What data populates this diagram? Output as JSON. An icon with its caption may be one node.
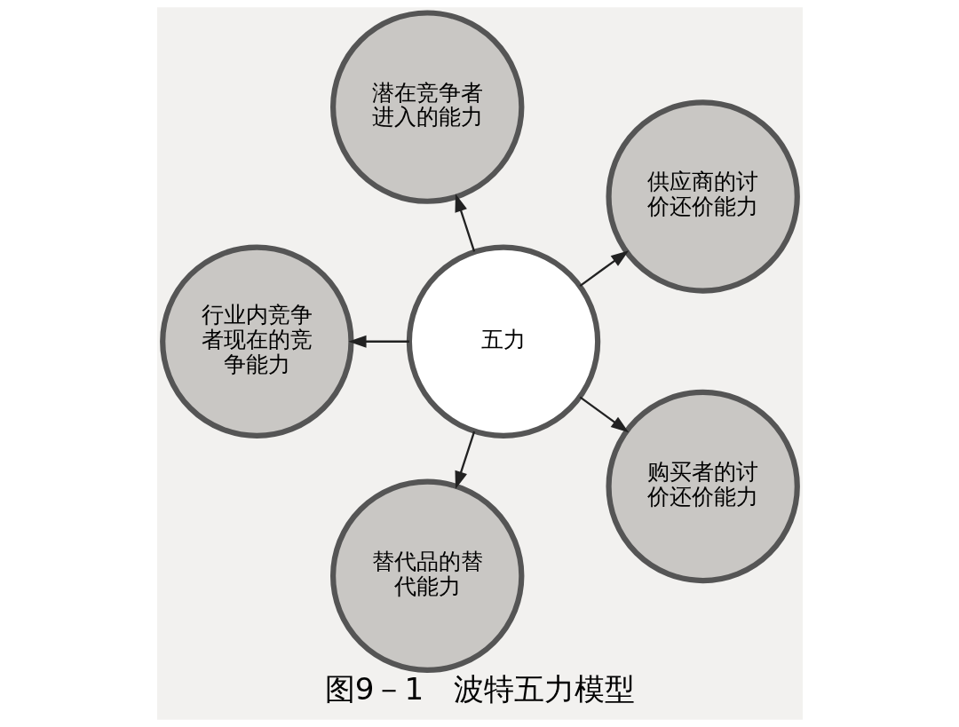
{
  "diagram": {
    "caption": "图9－1　波特五力模型",
    "nodes": [
      {
        "text": [
          "五力"
        ]
      },
      {
        "text": [
          "供应商的讨价还价能力"
        ]
      },
      {
        "text": [
          "潜在竞争者进入的能力"
        ]
      },
      {
        "text": [
          "行业内竞争者现在的竞争能力"
        ]
      },
      {
        "text": [
          "替代品的替代能力"
        ]
      },
      {
        "text": [
          "购买者的讨价还价能力"
        ]
      }
    ],
    "edges": [
      {
        "from": 0,
        "to": 1,
        "arrow": "to"
      },
      {
        "from": 0,
        "to": 2,
        "arrow": "to"
      },
      {
        "from": 0,
        "to": 3,
        "arrow": "to"
      },
      {
        "from": 0,
        "to": 4,
        "arrow": "to"
      },
      {
        "from": 0,
        "to": 5,
        "arrow": "to"
      }
    ]
  }
}
